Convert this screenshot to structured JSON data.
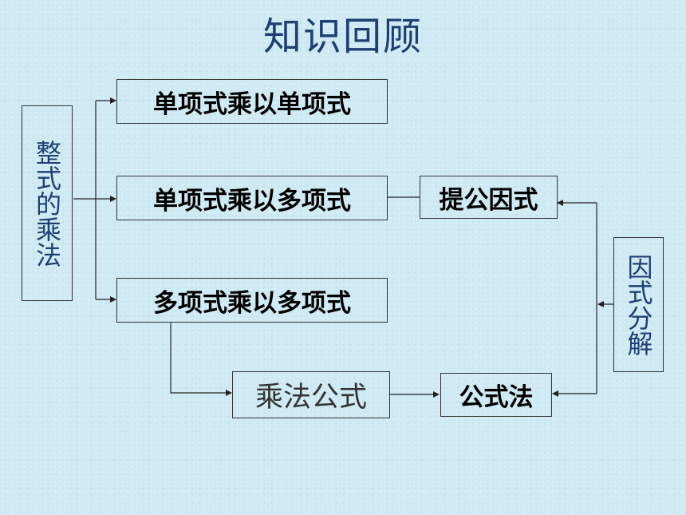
{
  "title": "知识回顾",
  "left_label": "整式的乘法",
  "right_label": "因式分解",
  "boxes": {
    "mono_mono": "单项式乘以单项式",
    "mono_poly": "单项式乘以多项式",
    "poly_poly": "多项式乘以多项式",
    "factor_out": "提公因式",
    "mult_formula": "乘法公式",
    "formula_method": "公式法"
  }
}
